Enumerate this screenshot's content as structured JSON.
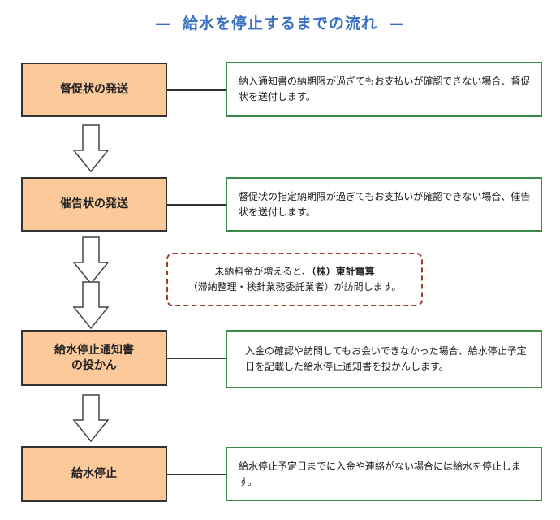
{
  "title": {
    "dash_left": "—",
    "text": "給水を停止するまでの流れ",
    "dash_right": "—"
  },
  "steps": [
    {
      "label": "督促状の発送",
      "description": "納入通知書の納期限が過ぎてもお支払いが確認できない場合、督促状を送付します。"
    },
    {
      "label": "催告状の発送",
      "description": "督促状の指定納期限が過ぎてもお支払いが確認できない場合、催告状を送付します。"
    },
    {
      "label_line1": "給水停止通知書",
      "label_line2": "の投かん",
      "description": "入金の確認や訪問してもお会いできなかった場合、給水停止予定日を記載した給水停止通知書を投かんします。"
    },
    {
      "label": "給水停止",
      "description": "給水停止予定日までに入金や連絡がない場合には給水を停止します。"
    }
  ],
  "note": {
    "line1_prefix": "未納料金が増えると、",
    "line1_bold": "（株）東計電算",
    "line2": "（滞納整理・検針業務委託業者）が訪問します。"
  },
  "colors": {
    "title": "#3a6fc4",
    "step_fill": "#fbc99a",
    "desc_border": "#3a8a4a",
    "note_border": "#a23a30"
  }
}
